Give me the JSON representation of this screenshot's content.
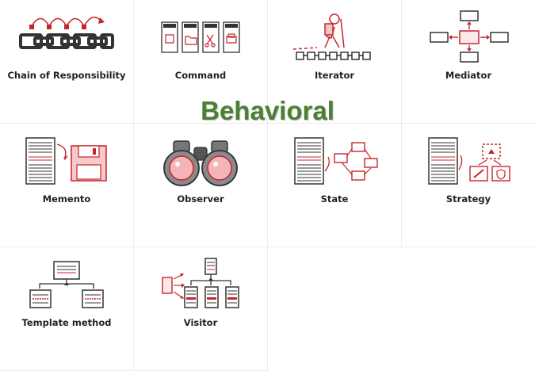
{
  "title": "Behavioral",
  "colors": {
    "accent": "#c8242b",
    "ink": "#333333",
    "title": "#4a7f34"
  },
  "patterns": [
    {
      "label": "Chain of Responsibility",
      "icon": "chain-icon"
    },
    {
      "label": "Command",
      "icon": "command-icon"
    },
    {
      "label": "Iterator",
      "icon": "iterator-icon"
    },
    {
      "label": "Mediator",
      "icon": "mediator-icon"
    },
    {
      "label": "Memento",
      "icon": "memento-icon"
    },
    {
      "label": "Observer",
      "icon": "binoculars-icon"
    },
    {
      "label": "State",
      "icon": "state-icon"
    },
    {
      "label": "Strategy",
      "icon": "strategy-icon"
    },
    {
      "label": "Template method",
      "icon": "template-method-icon"
    },
    {
      "label": "Visitor",
      "icon": "visitor-icon"
    }
  ]
}
